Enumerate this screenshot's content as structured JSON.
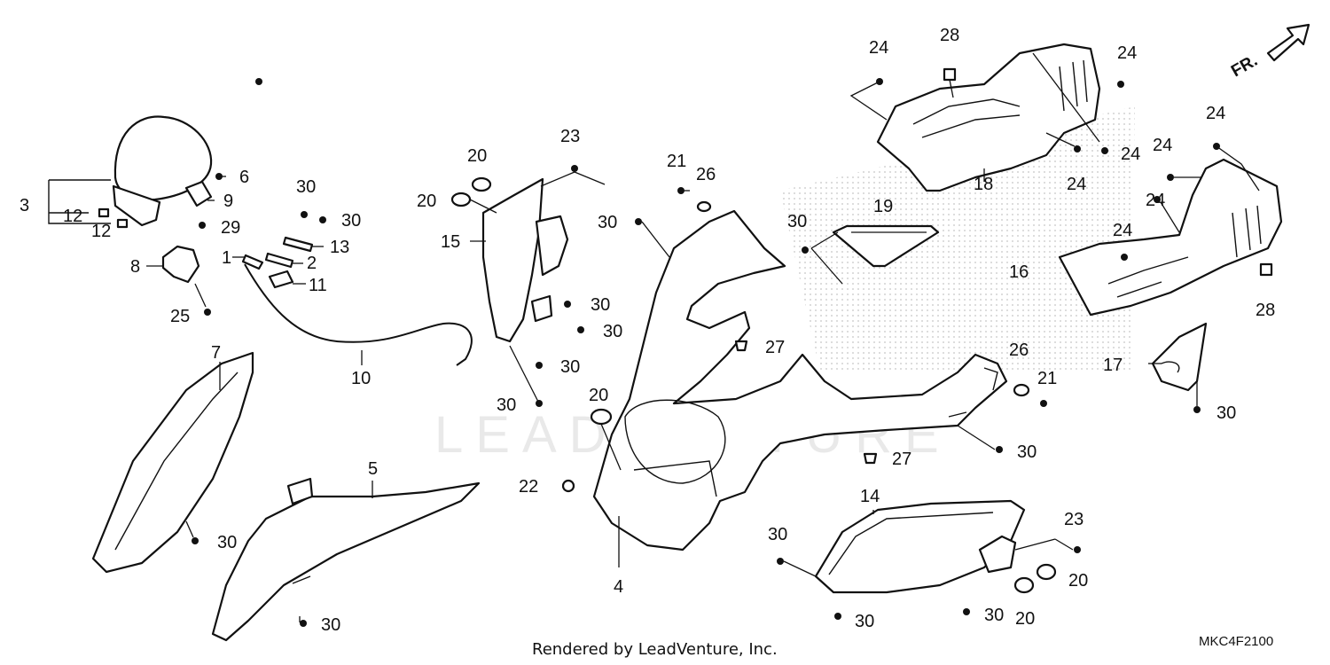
{
  "credit": "Rendered by LeadVenture, Inc.",
  "diagram_code": "MKC4F2100",
  "direction_label": "FR.",
  "watermark": "LEADVENTURE",
  "callouts": [
    {
      "id": "c3",
      "text": "3"
    },
    {
      "id": "c12a",
      "text": "12"
    },
    {
      "id": "c12b",
      "text": "12"
    },
    {
      "id": "c6",
      "text": "6"
    },
    {
      "id": "c9",
      "text": "9"
    },
    {
      "id": "c29",
      "text": "29"
    },
    {
      "id": "c8",
      "text": "8"
    },
    {
      "id": "c25",
      "text": "25"
    },
    {
      "id": "c30a",
      "text": "30"
    },
    {
      "id": "c30b",
      "text": "30"
    },
    {
      "id": "c13",
      "text": "13"
    },
    {
      "id": "c1",
      "text": "1"
    },
    {
      "id": "c2",
      "text": "2"
    },
    {
      "id": "c11",
      "text": "11"
    },
    {
      "id": "c10",
      "text": "10"
    },
    {
      "id": "c7",
      "text": "7"
    },
    {
      "id": "c30c",
      "text": "30"
    },
    {
      "id": "c5",
      "text": "5"
    },
    {
      "id": "c30d",
      "text": "30"
    },
    {
      "id": "c20a",
      "text": "20"
    },
    {
      "id": "c20b",
      "text": "20"
    },
    {
      "id": "c23a",
      "text": "23"
    },
    {
      "id": "c15",
      "text": "15"
    },
    {
      "id": "c30e",
      "text": "30"
    },
    {
      "id": "c30f",
      "text": "30"
    },
    {
      "id": "c30g",
      "text": "30"
    },
    {
      "id": "c30h",
      "text": "30"
    },
    {
      "id": "c21a",
      "text": "21"
    },
    {
      "id": "c26a",
      "text": "26"
    },
    {
      "id": "c30i",
      "text": "30"
    },
    {
      "id": "c27a",
      "text": "27"
    },
    {
      "id": "c20c",
      "text": "20"
    },
    {
      "id": "c22",
      "text": "22"
    },
    {
      "id": "c4",
      "text": "4"
    },
    {
      "id": "c27b",
      "text": "27"
    },
    {
      "id": "c24a",
      "text": "24"
    },
    {
      "id": "c28a",
      "text": "28"
    },
    {
      "id": "c24b",
      "text": "24"
    },
    {
      "id": "c24c",
      "text": "24"
    },
    {
      "id": "c24d",
      "text": "24"
    },
    {
      "id": "c18",
      "text": "18"
    },
    {
      "id": "c30j",
      "text": "30"
    },
    {
      "id": "c19",
      "text": "19"
    },
    {
      "id": "c24e",
      "text": "24"
    },
    {
      "id": "c24f",
      "text": "24"
    },
    {
      "id": "c24g",
      "text": "24"
    },
    {
      "id": "c24h",
      "text": "24"
    },
    {
      "id": "c16",
      "text": "16"
    },
    {
      "id": "c28b",
      "text": "28"
    },
    {
      "id": "c26b",
      "text": "26"
    },
    {
      "id": "c21b",
      "text": "21"
    },
    {
      "id": "c17",
      "text": "17"
    },
    {
      "id": "c30k",
      "text": "30"
    },
    {
      "id": "c30l",
      "text": "30"
    },
    {
      "id": "c14",
      "text": "14"
    },
    {
      "id": "c30m",
      "text": "30"
    },
    {
      "id": "c23b",
      "text": "23"
    },
    {
      "id": "c20d",
      "text": "20"
    },
    {
      "id": "c20e",
      "text": "20"
    },
    {
      "id": "c30n",
      "text": "30"
    },
    {
      "id": "c30o",
      "text": "30"
    }
  ]
}
